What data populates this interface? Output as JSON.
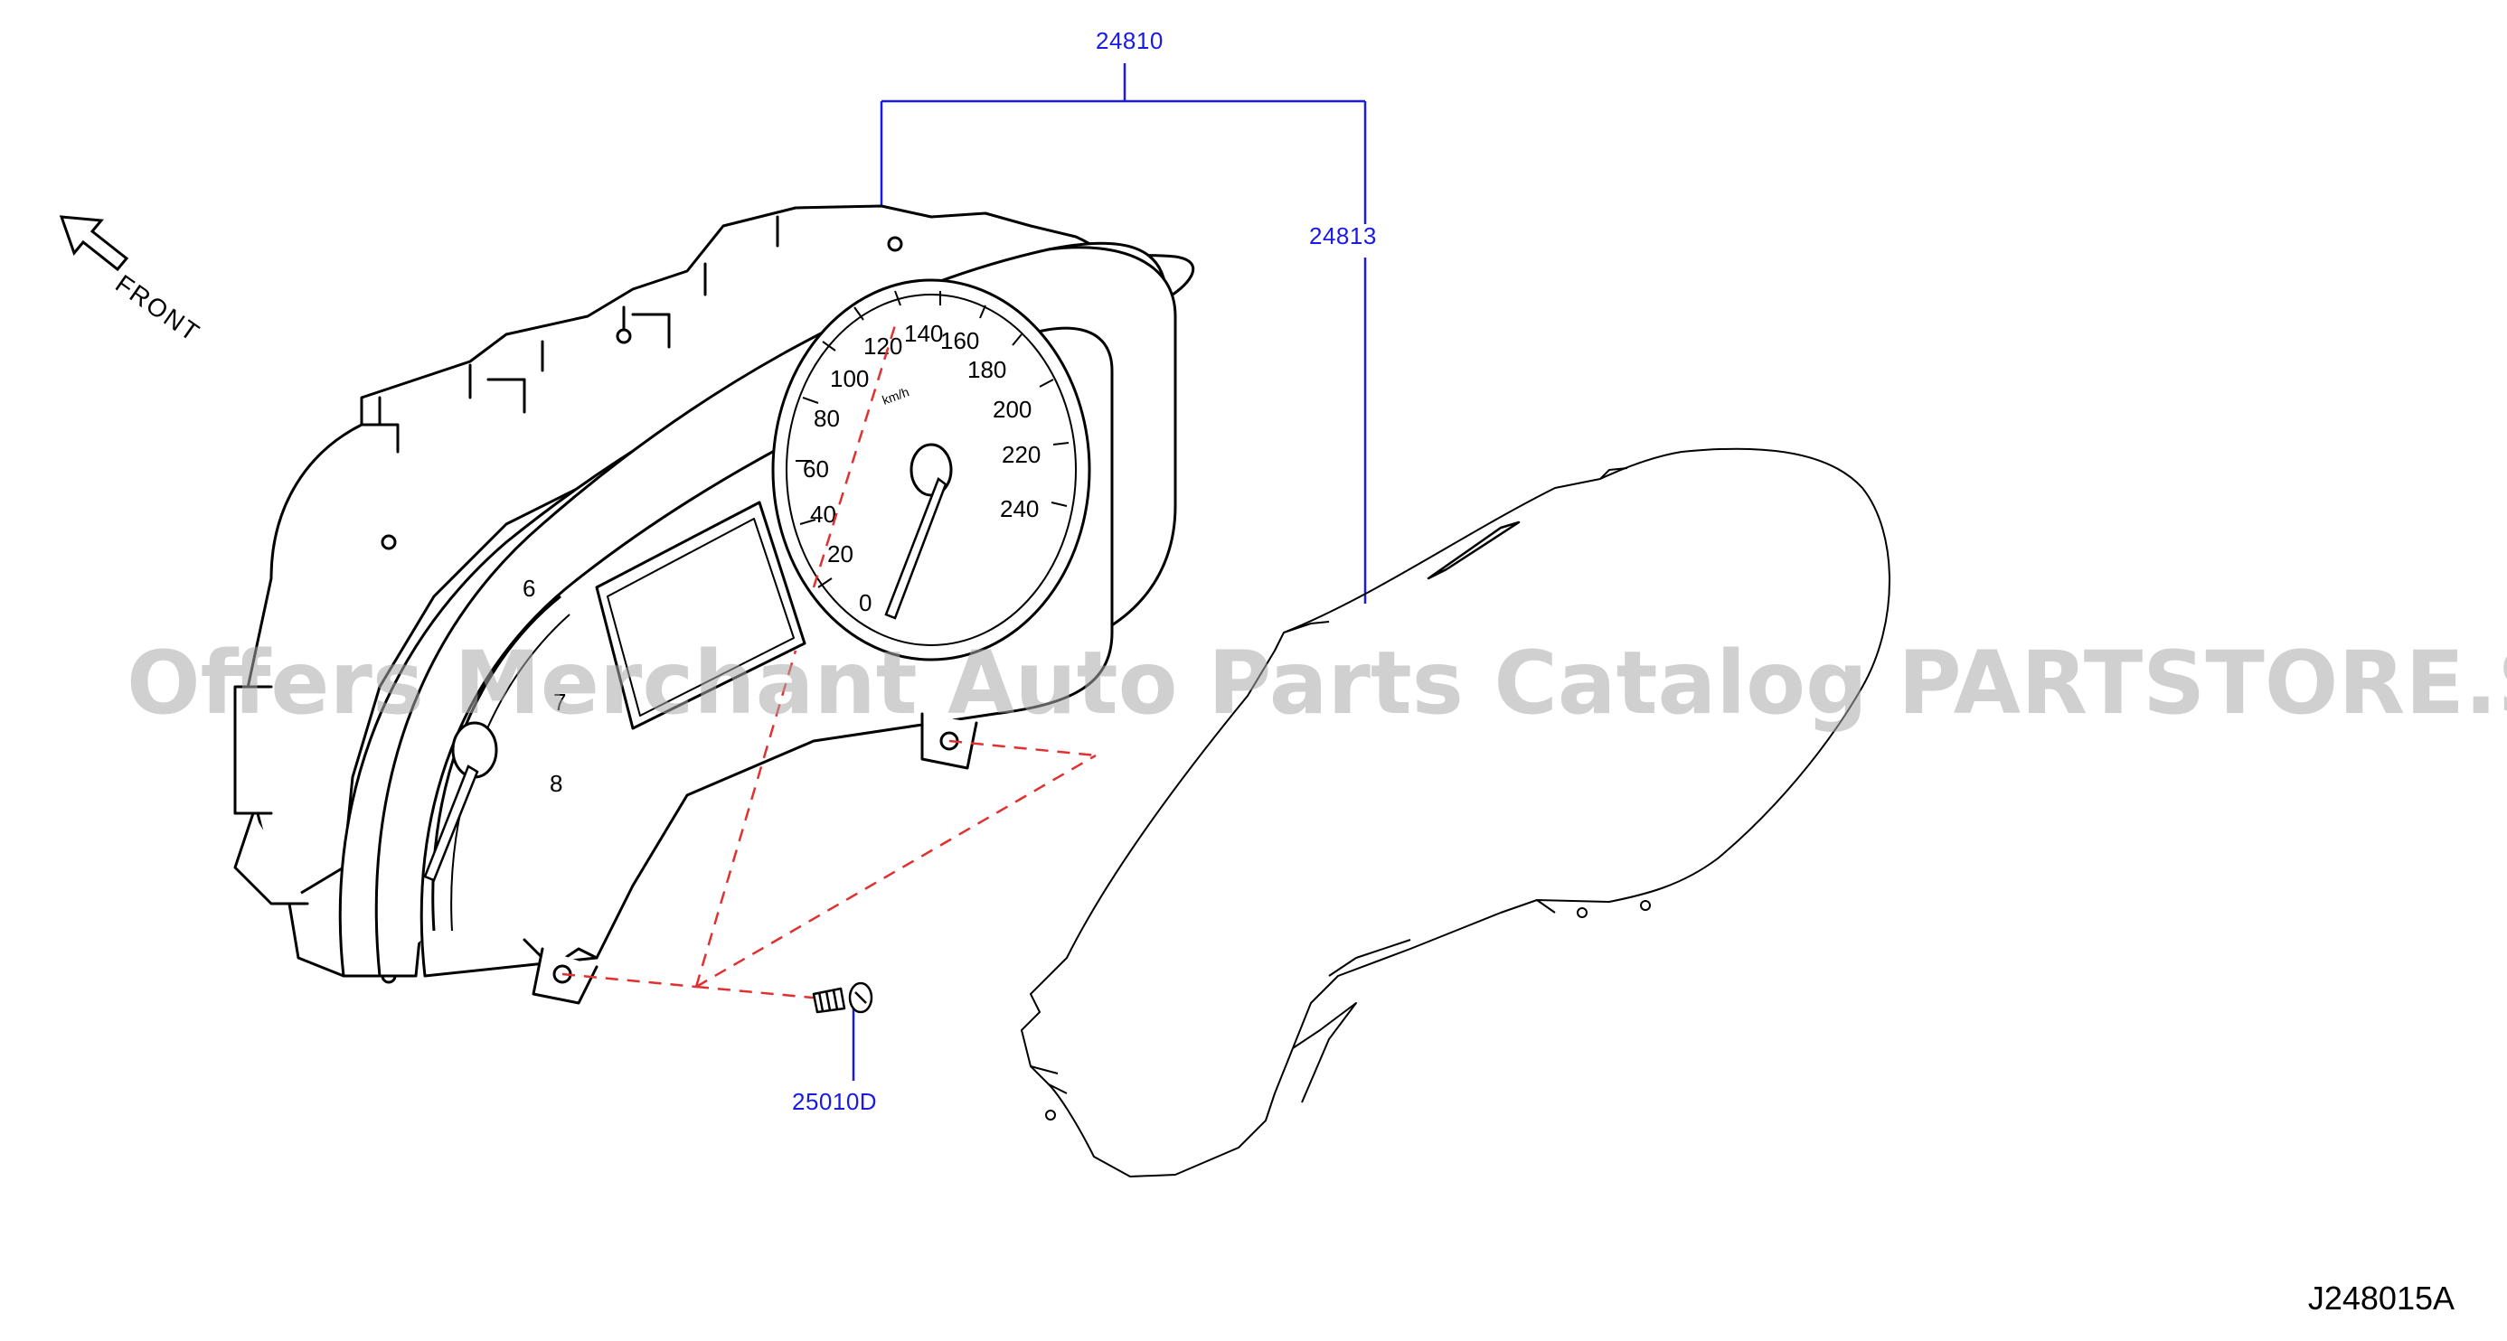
{
  "callouts": {
    "cluster_assembly": "24810",
    "lens": "24813",
    "screw": "25010D"
  },
  "front_label": "FRONT",
  "diagram_code": "J248015A",
  "watermark": "Offers Merchant Auto Parts Catalog PARTSTORE.SA",
  "speedometer": {
    "numbers": [
      "0",
      "20",
      "40",
      "60",
      "80",
      "100",
      "120",
      "140",
      "160",
      "180",
      "200",
      "220",
      "240"
    ],
    "unit": "km/h"
  },
  "tachometer": {
    "numbers": [
      "6",
      "7",
      "8"
    ]
  },
  "colors": {
    "callout_text": "#1a1ae6",
    "leader_line": "#1a1ae6",
    "dashed_line": "#e03030",
    "linework": "#000000"
  }
}
